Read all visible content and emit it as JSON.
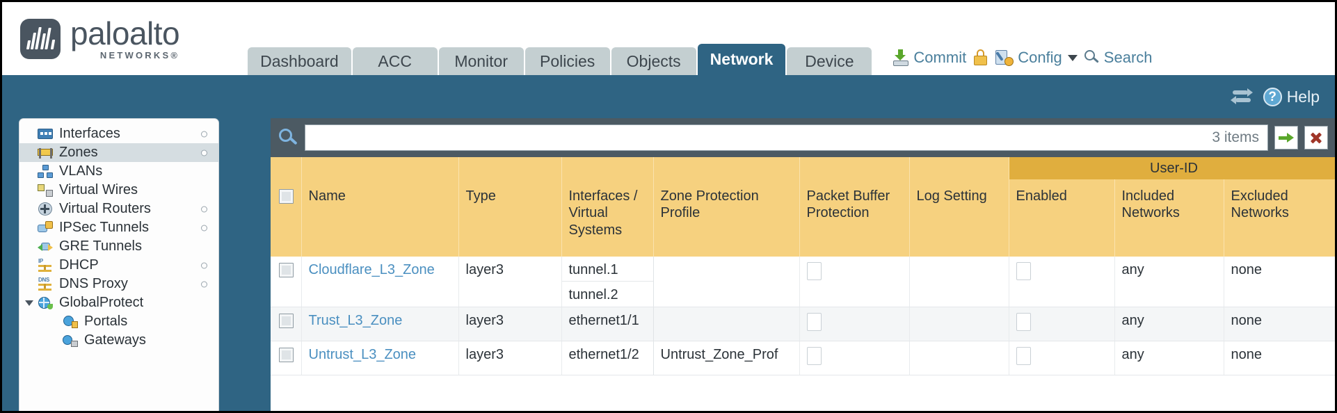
{
  "header": {
    "brand_name": "paloalto",
    "brand_sub": "NETWORKS®",
    "tabs": [
      {
        "label": "Dashboard",
        "active": false
      },
      {
        "label": "ACC",
        "active": false
      },
      {
        "label": "Monitor",
        "active": false
      },
      {
        "label": "Policies",
        "active": false
      },
      {
        "label": "Objects",
        "active": false
      },
      {
        "label": "Network",
        "active": true
      },
      {
        "label": "Device",
        "active": false
      }
    ],
    "actions": {
      "commit_label": "Commit",
      "commit_icon": "commit-tray-icon",
      "lock_icon": "padlock-icon",
      "config_label": "Config",
      "config_icon": "config-wrench-icon",
      "config_caret": "chevron-down-icon",
      "search_label": "Search",
      "search_icon": "search-icon"
    }
  },
  "blueband": {
    "refresh_icon": "refresh-icon",
    "help_label": "Help",
    "help_glyph": "?"
  },
  "sidebar": {
    "items": [
      {
        "label": "Interfaces",
        "icon": "interfaces-icon",
        "selected": false,
        "dot": true,
        "child": false,
        "expander": false
      },
      {
        "label": "Zones",
        "icon": "zones-icon",
        "selected": true,
        "dot": true,
        "child": false,
        "expander": false
      },
      {
        "label": "VLANs",
        "icon": "vlans-icon",
        "selected": false,
        "dot": false,
        "child": false,
        "expander": false
      },
      {
        "label": "Virtual Wires",
        "icon": "virtual-wires-icon",
        "selected": false,
        "dot": false,
        "child": false,
        "expander": false
      },
      {
        "label": "Virtual Routers",
        "icon": "virtual-routers-icon",
        "selected": false,
        "dot": true,
        "child": false,
        "expander": false
      },
      {
        "label": "IPSec Tunnels",
        "icon": "ipsec-tunnels-icon",
        "selected": false,
        "dot": true,
        "child": false,
        "expander": false
      },
      {
        "label": "GRE Tunnels",
        "icon": "gre-tunnels-icon",
        "selected": false,
        "dot": false,
        "child": false,
        "expander": false
      },
      {
        "label": "DHCP",
        "icon": "dhcp-icon",
        "selected": false,
        "dot": true,
        "child": false,
        "expander": false
      },
      {
        "label": "DNS Proxy",
        "icon": "dns-proxy-icon",
        "selected": false,
        "dot": true,
        "child": false,
        "expander": false
      },
      {
        "label": "GlobalProtect",
        "icon": "globalprotect-icon",
        "selected": false,
        "dot": false,
        "child": false,
        "expander": true
      },
      {
        "label": "Portals",
        "icon": "portals-icon",
        "selected": false,
        "dot": false,
        "child": true,
        "expander": false
      },
      {
        "label": "Gateways",
        "icon": "gateways-icon",
        "selected": false,
        "dot": false,
        "child": true,
        "expander": false
      }
    ]
  },
  "toolbar": {
    "search_icon": "search-icon",
    "search_value": "",
    "search_placeholder": "",
    "items_count": "3 items",
    "go_label": "apply-filter",
    "clear_label": "clear-filter"
  },
  "table": {
    "group_header": "User-ID",
    "columns": [
      "Name",
      "Type",
      "Interfaces / Virtual Systems",
      "Zone Protection Profile",
      "Packet Buffer Protection",
      "Log Setting",
      "Enabled",
      "Included Networks",
      "Excluded Networks"
    ],
    "rows": [
      {
        "name": "Cloudflare_L3_Zone",
        "type": "layer3",
        "interfaces": [
          "tunnel.1",
          "tunnel.2"
        ],
        "zone_protection_profile": "",
        "packet_buffer_protection": false,
        "log_setting": "",
        "enabled": false,
        "included_networks": "any",
        "excluded_networks": "none"
      },
      {
        "name": "Trust_L3_Zone",
        "type": "layer3",
        "interfaces": [
          "ethernet1/1"
        ],
        "zone_protection_profile": "",
        "packet_buffer_protection": false,
        "log_setting": "",
        "enabled": false,
        "included_networks": "any",
        "excluded_networks": "none"
      },
      {
        "name": "Untrust_L3_Zone",
        "type": "layer3",
        "interfaces": [
          "ethernet1/2"
        ],
        "zone_protection_profile": "Untrust_Zone_Prof",
        "packet_buffer_protection": false,
        "log_setting": "",
        "enabled": false,
        "included_networks": "any",
        "excluded_networks": "none"
      }
    ]
  },
  "colors": {
    "nav_active": "#2f6483",
    "header_gold": "#f6d17f",
    "group_gold": "#e0ae3e",
    "link_blue": "#4a8fc0",
    "toolbar_dark": "#4c5a63"
  }
}
